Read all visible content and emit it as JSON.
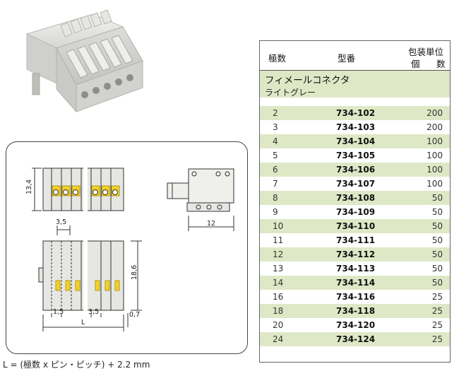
{
  "table": {
    "headers": {
      "poles": "極数",
      "type": "型番",
      "pack_line1": "包装単位",
      "pack_line2_left": "個",
      "pack_line2_right": "数"
    },
    "section_title": "フィメールコネクタ",
    "section_subtitle": "ライトグレー",
    "rows": [
      {
        "poles": "2",
        "type": "734-102",
        "qty": "200"
      },
      {
        "poles": "3",
        "type": "734-103",
        "qty": "200"
      },
      {
        "poles": "4",
        "type": "734-104",
        "qty": "100"
      },
      {
        "poles": "5",
        "type": "734-105",
        "qty": "100"
      },
      {
        "poles": "6",
        "type": "734-106",
        "qty": "100"
      },
      {
        "poles": "7",
        "type": "734-107",
        "qty": "100"
      },
      {
        "poles": "8",
        "type": "734-108",
        "qty": "50"
      },
      {
        "poles": "9",
        "type": "734-109",
        "qty": "50"
      },
      {
        "poles": "10",
        "type": "734-110",
        "qty": "50"
      },
      {
        "poles": "11",
        "type": "734-111",
        "qty": "50"
      },
      {
        "poles": "12",
        "type": "734-112",
        "qty": "50"
      },
      {
        "poles": "13",
        "type": "734-113",
        "qty": "50"
      },
      {
        "poles": "14",
        "type": "734-114",
        "qty": "50"
      },
      {
        "poles": "16",
        "type": "734-116",
        "qty": "25"
      },
      {
        "poles": "18",
        "type": "734-118",
        "qty": "25"
      },
      {
        "poles": "20",
        "type": "734-120",
        "qty": "25"
      },
      {
        "poles": "24",
        "type": "734-124",
        "qty": "25"
      }
    ]
  },
  "drawing": {
    "dims": {
      "height_top": "13,4",
      "width_side": "12",
      "pitch_top": "3,5",
      "height_bottom": "18,6",
      "pitch_left": "1,5",
      "pitch_bottom": "3,5",
      "offset_right": "0,7",
      "length": "L"
    }
  },
  "formula": "L = (極数 x ピン・ピッチ) + 2.2 mm",
  "colors": {
    "band": "#dfe8c6",
    "housing": "#e3e3e0",
    "clamp": "#f3d22a"
  }
}
